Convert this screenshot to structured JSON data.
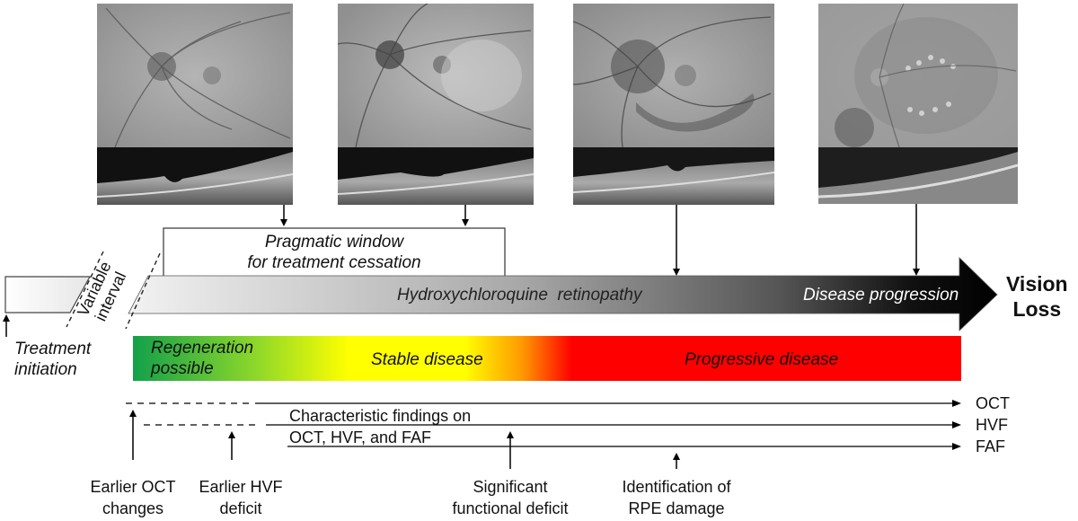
{
  "images": [
    {
      "name": "Early FAF and OCT scan",
      "kind": "fundus-autofluorescence-with-oct"
    },
    {
      "name": "Stable FAF and OCT scan",
      "kind": "fundus-autofluorescence-with-oct"
    },
    {
      "name": "Parafoveal ring FAF and OCT scan",
      "kind": "fundus-autofluorescence-with-oct"
    },
    {
      "name": "Advanced RPE damage FAF and OCT scan",
      "kind": "fundus-autofluorescence-with-oct"
    }
  ],
  "timeline": {
    "pragmatic_window_line1": "Pragmatic window",
    "pragmatic_window_line2": "for treatment cessation",
    "variable_interval_line1": "Variable",
    "variable_interval_line2": "interval",
    "treatment_initiation_line1": "Treatment",
    "treatment_initiation_line2": "initiation",
    "retinopathy_label": "Hydroxychloroquine  retinopathy",
    "progression_label": "Disease progression",
    "endpoint_line1": "Vision",
    "endpoint_line2": "Loss"
  },
  "stages": {
    "regeneration_line1": "Regeneration",
    "regeneration_line2": "possible",
    "stable": "Stable disease",
    "progressive": "Progressive disease",
    "colors": {
      "green": "#12a04a",
      "yellow": "#ffff00",
      "orange": "#ff9900",
      "red": "#ff0000"
    }
  },
  "modalities": {
    "oct": "OCT",
    "hvf": "HVF",
    "faf": "FAF",
    "findings_line1": "Characteristic findings on",
    "findings_line2": "OCT, HVF, and FAF"
  },
  "markers": [
    {
      "line1": "Earlier OCT",
      "line2": "changes"
    },
    {
      "line1": "Earlier HVF",
      "line2": "deficit"
    },
    {
      "line1": "Significant",
      "line2": "functional deficit"
    },
    {
      "line1": "Identification of",
      "line2": "RPE damage"
    }
  ]
}
